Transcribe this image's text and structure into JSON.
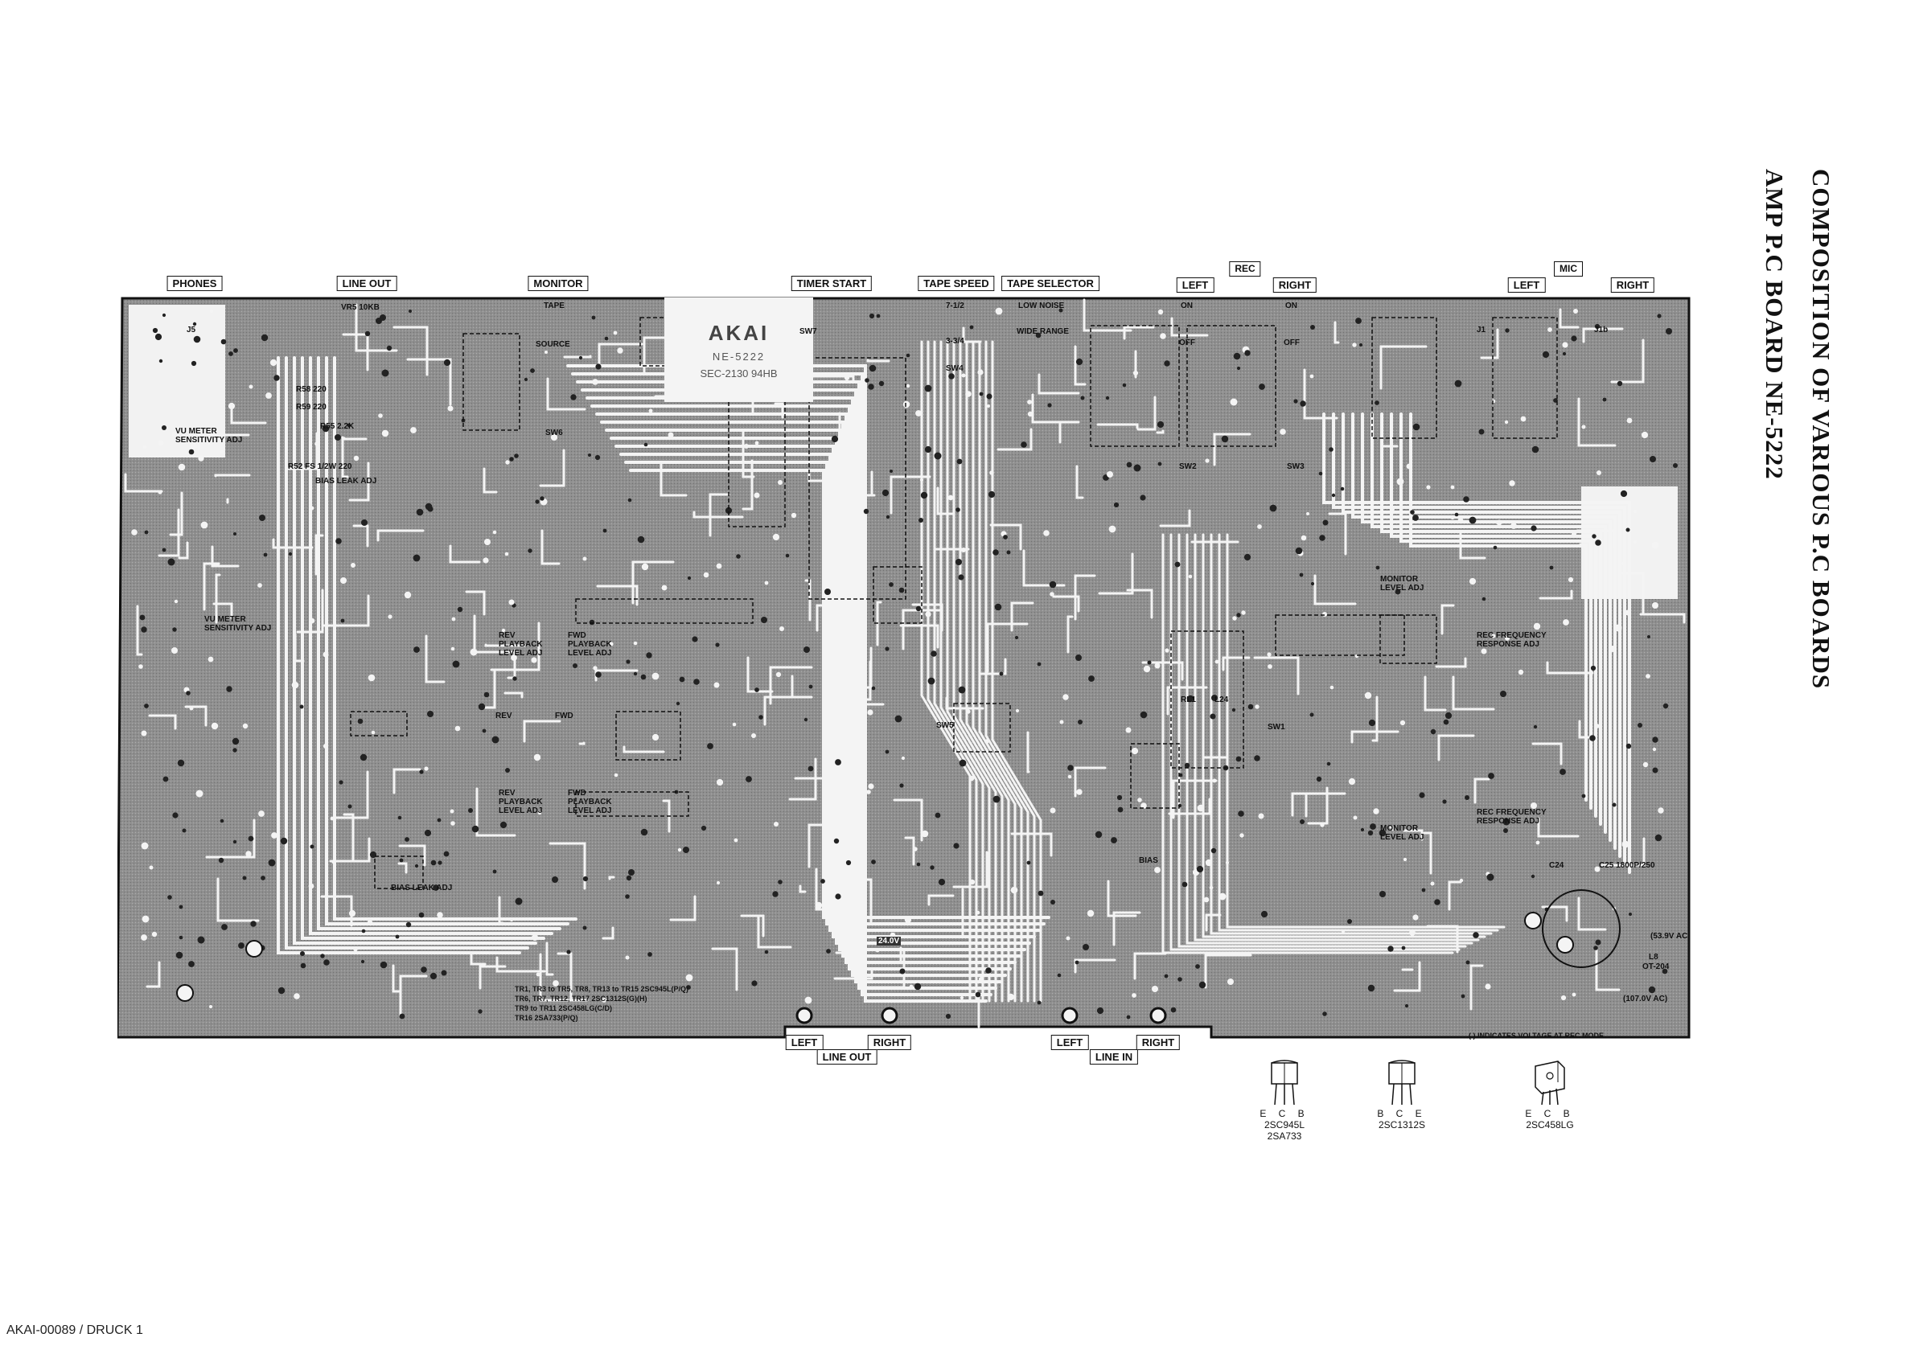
{
  "title": {
    "line1": "COMPOSITION OF VARIOUS P.C BOARDS",
    "line2": "AMP P.C BOARD NE-5222"
  },
  "board": {
    "brand": "AKAI",
    "model": "NE-5222",
    "code": "SEC-2130 94HB",
    "top_labels": {
      "phones": "PHONES",
      "line_out": "LINE OUT",
      "monitor": "MONITOR",
      "timer_start": "TIMER START",
      "tape_speed": "TAPE SPEED",
      "tape_selector": "TAPE SELECTOR",
      "rec": "REC",
      "rec_left": "LEFT",
      "rec_right": "RIGHT",
      "mic": "MIC",
      "mic_left": "LEFT",
      "mic_right": "RIGHT"
    },
    "bottom_labels": {
      "line_out": "LINE OUT",
      "line_out_left": "LEFT",
      "line_out_right": "RIGHT",
      "line_in": "LINE IN",
      "line_in_left": "LEFT",
      "line_in_right": "RIGHT"
    },
    "inner_labels": {
      "tape": "TAPE",
      "source": "SOURCE",
      "low_noise": "LOW NOISE",
      "wide_range": "WIDE RANGE",
      "on1": "ON",
      "off1": "OFF",
      "on2": "ON",
      "off2": "OFF",
      "speed_a": "7-1/2",
      "speed_b": "3-3/4",
      "sw7": "SW7",
      "sw4": "SW4",
      "sw6": "SW6",
      "sw5": "SW5",
      "sw2": "SW2",
      "sw3": "SW3",
      "sw1": "SW1",
      "vr5": "VR5 10KB",
      "r58": "R58 220",
      "r59": "R59 220",
      "r55": "R55 2.2K",
      "r52": "R52 FS 1/2W 220",
      "vu_meter_1": "VU METER SENSITIVITY ADJ",
      "vu_meter_2": "VU METER SENSITIVITY ADJ",
      "bias_leak_1": "BIAS LEAK ADJ",
      "bias_leak_2": "BIAS LEAK ADJ",
      "rev_playback_1": "REV PLAYBACK LEVEL ADJ",
      "fwd_playback_1": "FWD PLAYBACK LEVEL ADJ",
      "rev_playback_2": "REV PLAYBACK LEVEL ADJ",
      "fwd_playback_2": "FWD PLAYBACK LEVEL ADJ",
      "monitor_level_1": "MONITOR LEVEL ADJ",
      "monitor_level_2": "MONITOR LEVEL ADJ",
      "rec_freq_1": "REC FREQUENCY RESPONSE ADJ",
      "rec_freq_2": "REC FREQUENCY RESPONSE ADJ",
      "rev": "REV",
      "fwd": "FWD",
      "v24": "24.0V",
      "l8": "L8",
      "ot204": "OT-204",
      "ac1": "(53.9V AC)",
      "ac2": "(107.0V AC)",
      "c25": "C25 1800P/250",
      "c24": "C24",
      "bias": "BIAS",
      "rl1": "RL1",
      "l24": "L24",
      "j1": "J1",
      "j1b": "J1b",
      "j5": "J5"
    },
    "transistor_list": [
      "TR1, TR3 to TR5, TR8, TR13 to TR15   2SC945L(P/Q)",
      "TR6, TR7, TR12, TR17     2SC1312S(G)(H)",
      "TR9 to TR11     2SC458LG(C/D)",
      "TR16     2SA733(P/Q)"
    ],
    "voltage_note": "( ) INDICATES VOLTAGE AT REC MODE"
  },
  "transistor_legend": [
    {
      "pins": "E C B",
      "name1": "2SC945L",
      "name2": "2SA733"
    },
    {
      "pins": "B C E",
      "name1": "2SC1312S",
      "name2": ""
    },
    {
      "pins": "E C B",
      "name1": "2SC458LG",
      "name2": ""
    }
  ],
  "footer": "AKAI-00089 / DRUCK 1",
  "colors": {
    "board_fill": "#9a9a9a",
    "trace": "#ffffff",
    "outline": "#111111"
  }
}
